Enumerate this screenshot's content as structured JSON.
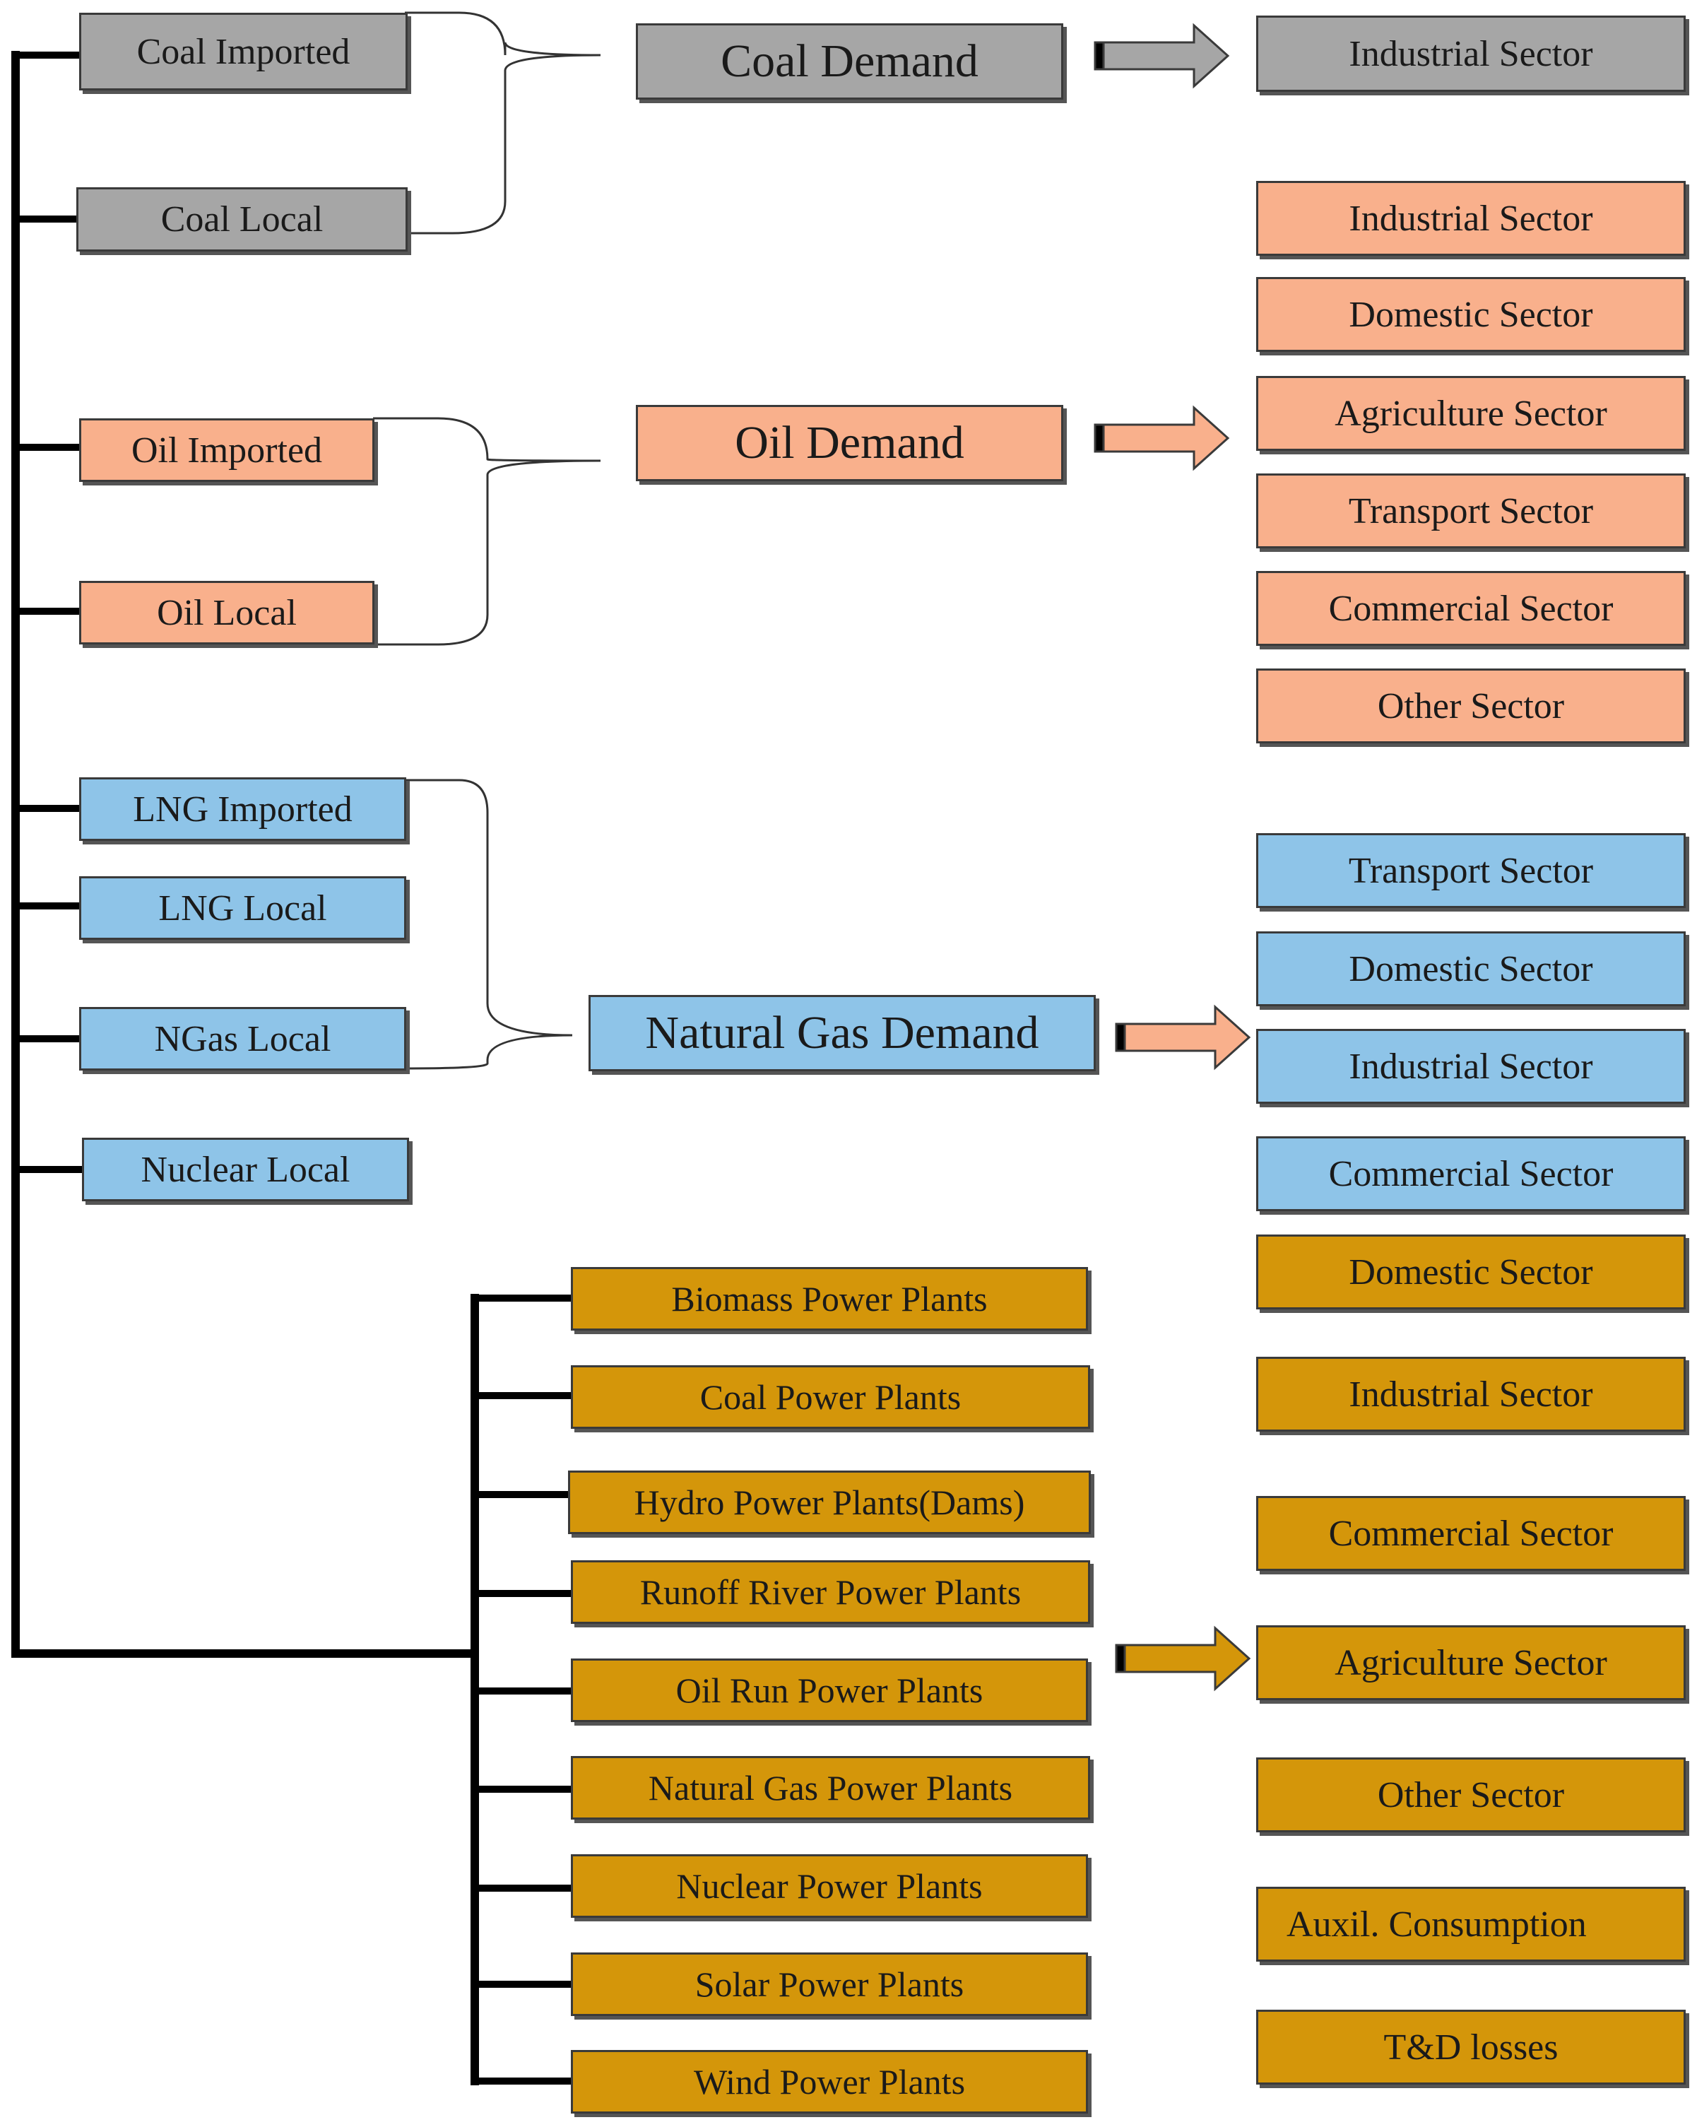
{
  "colors": {
    "coal": "#a6a6a6",
    "oil": "#f9b08c",
    "gas": "#8ec4e8",
    "power": "#d4960a",
    "line": "#000000"
  },
  "sources": {
    "coal": [
      "Coal Imported",
      "Coal Local"
    ],
    "oil": [
      "Oil Imported",
      "Oil Local"
    ],
    "gas": [
      "LNG Imported",
      "LNG Local",
      "NGas Local",
      "Nuclear Local"
    ]
  },
  "demands": {
    "coal": "Coal Demand",
    "oil": "Oil Demand",
    "gas": "Natural Gas Demand"
  },
  "power_plants": [
    "Biomass Power Plants",
    "Coal Power Plants",
    "Hydro Power Plants(Dams)",
    "Runoff River Power Plants",
    "Oil Run Power Plants",
    "Natural Gas Power Plants",
    "Nuclear Power Plants",
    "Solar Power Plants",
    "Wind Power Plants"
  ],
  "sectors": {
    "coal": [
      "Industrial Sector"
    ],
    "oil": [
      "Industrial Sector",
      "Domestic Sector",
      "Agriculture Sector",
      "Transport Sector",
      "Commercial  Sector",
      "Other Sector"
    ],
    "gas": [
      "Transport Sector",
      "Domestic Sector",
      "Industrial Sector",
      "Commercial  Sector"
    ],
    "power": [
      "Domestic Sector",
      "Industrial Sector",
      "Commercial  Sector",
      "Agriculture Sector",
      "Other Sector",
      "Auxil. Consumption",
      "T&D losses"
    ]
  }
}
